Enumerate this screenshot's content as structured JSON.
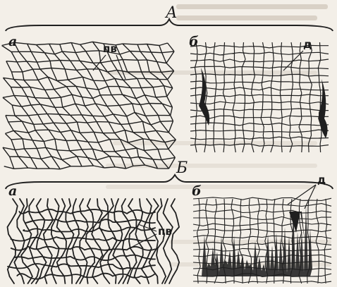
{
  "figure": {
    "ink_color": "#1f1f1f",
    "paper_color": "#f3efe8",
    "group_a": {
      "label": "А",
      "panel_a": {
        "label": "а",
        "annotation": "пв"
      },
      "panel_b": {
        "label": "б",
        "annotation": "д"
      }
    },
    "group_b": {
      "label": "Б",
      "panel_a": {
        "label": "а",
        "annotation": "пв"
      },
      "panel_b": {
        "label": "б",
        "annotation": "д"
      }
    }
  }
}
